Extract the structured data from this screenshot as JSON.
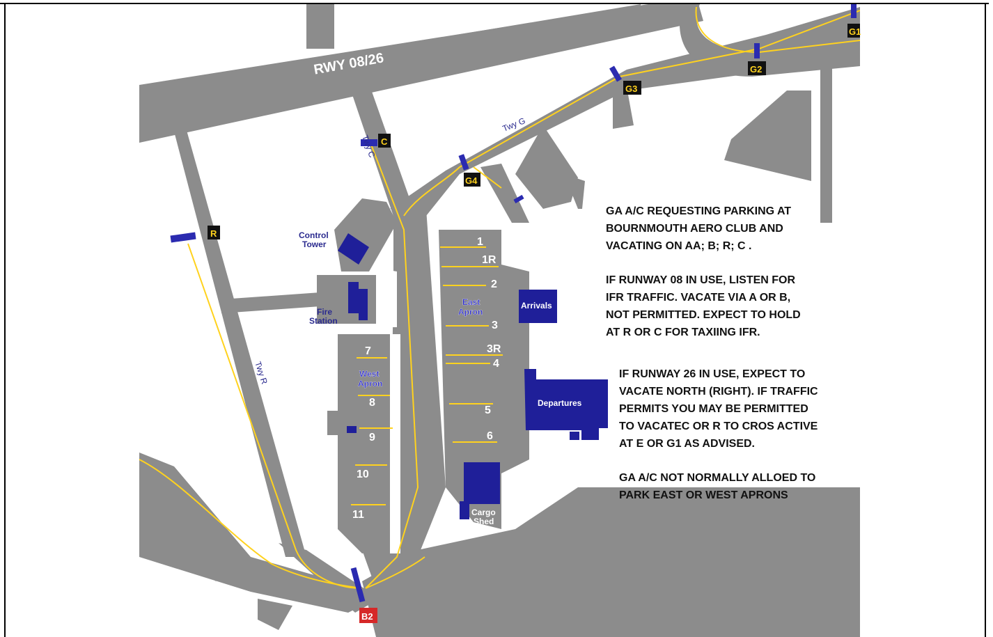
{
  "colors": {
    "pavement": "#8c8c8c",
    "marking": "#ffd21e",
    "building": "#1f1f99",
    "sign_bg": "#111111",
    "sign_text": "#ffd21e",
    "runway_sign": "#d62828"
  },
  "runway": {
    "label": "RWY 08/26"
  },
  "taxiways": {
    "g": "Twy G",
    "c": "Twy C",
    "r": "Twy R"
  },
  "signs": {
    "g1": "G1",
    "g2": "G2",
    "g3": "G3",
    "g4": "G4",
    "c": "C",
    "r": "R",
    "b2": "B2"
  },
  "buildings": {
    "control_tower_1": "Control",
    "control_tower_2": "Tower",
    "fire_station_1": "Fire",
    "fire_station_2": "Station",
    "arrivals": "Arrivals",
    "departures": "Departures",
    "cargo_shed_1": "Cargo",
    "cargo_shed_2": "Shed"
  },
  "aprons": {
    "east_1": "East",
    "east_2": "Apron",
    "west_1": "West",
    "west_2": "Apron"
  },
  "stands": [
    "1",
    "1R",
    "2",
    "3",
    "3R",
    "4",
    "5",
    "6",
    "7",
    "8",
    "9",
    "10",
    "11"
  ],
  "notes": {
    "para1": "GA A/C REQUESTING PARKING AT\nBOURNMOUTH AERO CLUB AND\nVACATING ON AA; B; R; C .",
    "para2": "IF RUNWAY 08 IN USE, LISTEN FOR\nIFR TRAFFIC. VACATE VIA A OR B,\nNOT PERMITTED. EXPECT TO HOLD\nAT R OR C FOR TAXIING IFR.",
    "para3": "IF RUNWAY 26 IN USE, EXPECT TO\nVACATE NORTH (RIGHT). IF TRAFFIC\nPERMITS YOU MAY BE PERMITTED\nTO VACATEC OR R TO CROS ACTIVE\nAT E OR G1 AS ADVISED.",
    "para4": "GA A/C NOT NORMALLY ALLOED TO\nPARK EAST OR WEST APRONS"
  }
}
